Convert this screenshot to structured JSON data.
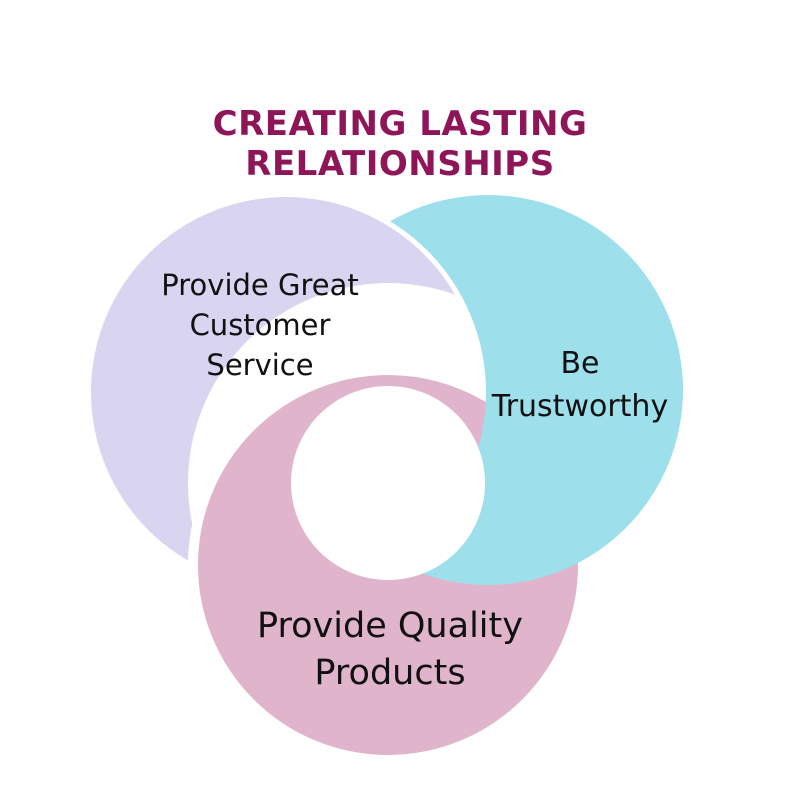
{
  "title": {
    "line1": "CREATING LASTING",
    "line2": "RELATIONSHIPS"
  },
  "colors": {
    "title": "#8e1557",
    "lavender": "#d9d4f0",
    "cyan": "#9ddfeb",
    "pink": "#e0b4ca",
    "background": "#ffffff"
  },
  "segments": [
    {
      "name": "lavender",
      "lines": [
        "Provide Great",
        "Customer",
        "Service"
      ]
    },
    {
      "name": "cyan",
      "lines": [
        "Be",
        "Trustworthy"
      ]
    },
    {
      "name": "pink",
      "lines": [
        "Provide Quality",
        "Products"
      ]
    }
  ]
}
